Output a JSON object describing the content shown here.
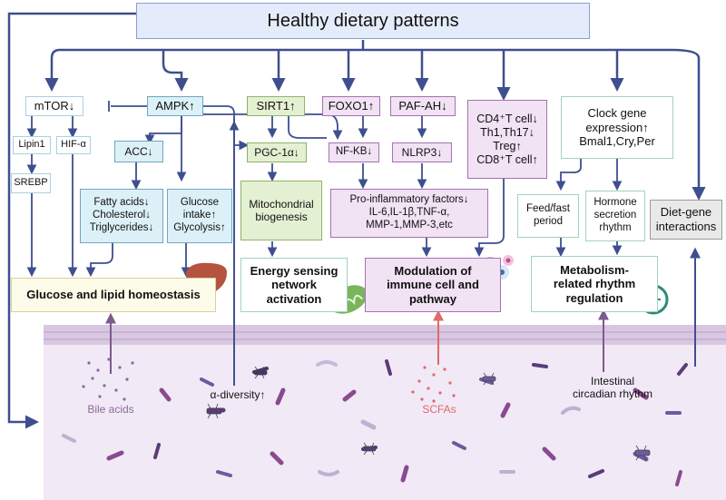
{
  "title": "Healthy dietary patterns",
  "pathways": {
    "mtor": "mTOR↓",
    "ampk": "AMPK↑",
    "sirt1": "SIRT1↑",
    "foxo1": "FOXO1↑",
    "pafah": "PAF-AH↓",
    "tcells": "CD4⁺T cell↓\nTh1,Th17↓\nTreg↑\nCD8⁺T cell↑",
    "clock": "Clock gene\nexpression↑\nBmal1,Cry,Per",
    "lipin1": "Lipin1",
    "hif": "HIF-α",
    "srebp": "SREBP",
    "acc": "ACC↓",
    "pgc": "PGC-1α↓",
    "nfkb": "NF-KB↓",
    "nlrp3": "NLRP3↓",
    "fatty": "Fatty acids↓\nCholesterol↓\nTriglycerides↓",
    "glucose": "Glucose\nintake↑\nGlycolysis↑",
    "mito": "Mitochondrial\nbiogenesis",
    "proinf": "Pro-inflammatory factors↓\nIL-6,IL-1β,TNF-α,\nMMP-1,MMP-3,etc",
    "feedfast": "Feed/fast\nperiod",
    "hormone": "Hormone\nsecretion\nrhythm",
    "dietgene": "Diet-gene\ninteractions"
  },
  "outcomes": {
    "glucose_lipid": "Glucose and lipid homeostasis",
    "energy": "Energy sensing\nnetwork\nactivation",
    "immune": "Modulation of\nimmune cell and\npathway",
    "metabolism": "Metabolism-\nrelated rhythm\nregulation"
  },
  "gut": {
    "bile_acids": "Bile acids",
    "alpha_diversity": "α-diversity↑",
    "scfas": "SCFAs",
    "intestinal": "Intestinal\ncircadian rhythm"
  },
  "colors": {
    "arrow": "#3e4f8f",
    "gut_bg": "#f0e8f5",
    "scfa": "#e0696a",
    "bile": "#8a6a95"
  }
}
